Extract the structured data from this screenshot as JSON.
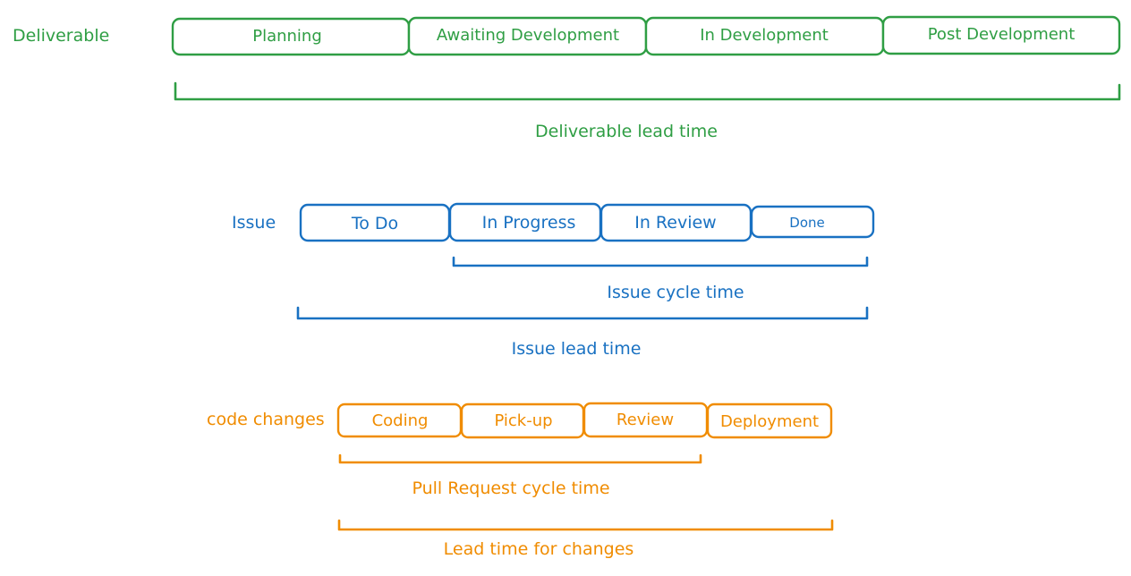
{
  "colors": {
    "deliverable": "#2f9e44",
    "issue": "#1971c2",
    "code_changes": "#f08c00"
  },
  "deliverable": {
    "label": "Deliverable",
    "stages": [
      "Planning",
      "Awaiting Development",
      "In Development",
      "Post Development"
    ],
    "metric": "Deliverable lead time"
  },
  "issue": {
    "label": "Issue",
    "stages": [
      "To Do",
      "In Progress",
      "In Review",
      "Done"
    ],
    "cycle_metric": "Issue cycle time",
    "lead_metric": "Issue lead time"
  },
  "code_changes": {
    "label": "code changes",
    "stages": [
      "Coding",
      "Pick-up",
      "Review",
      "Deployment"
    ],
    "cycle_metric": "Pull Request cycle time",
    "lead_metric": "Lead time for changes"
  }
}
